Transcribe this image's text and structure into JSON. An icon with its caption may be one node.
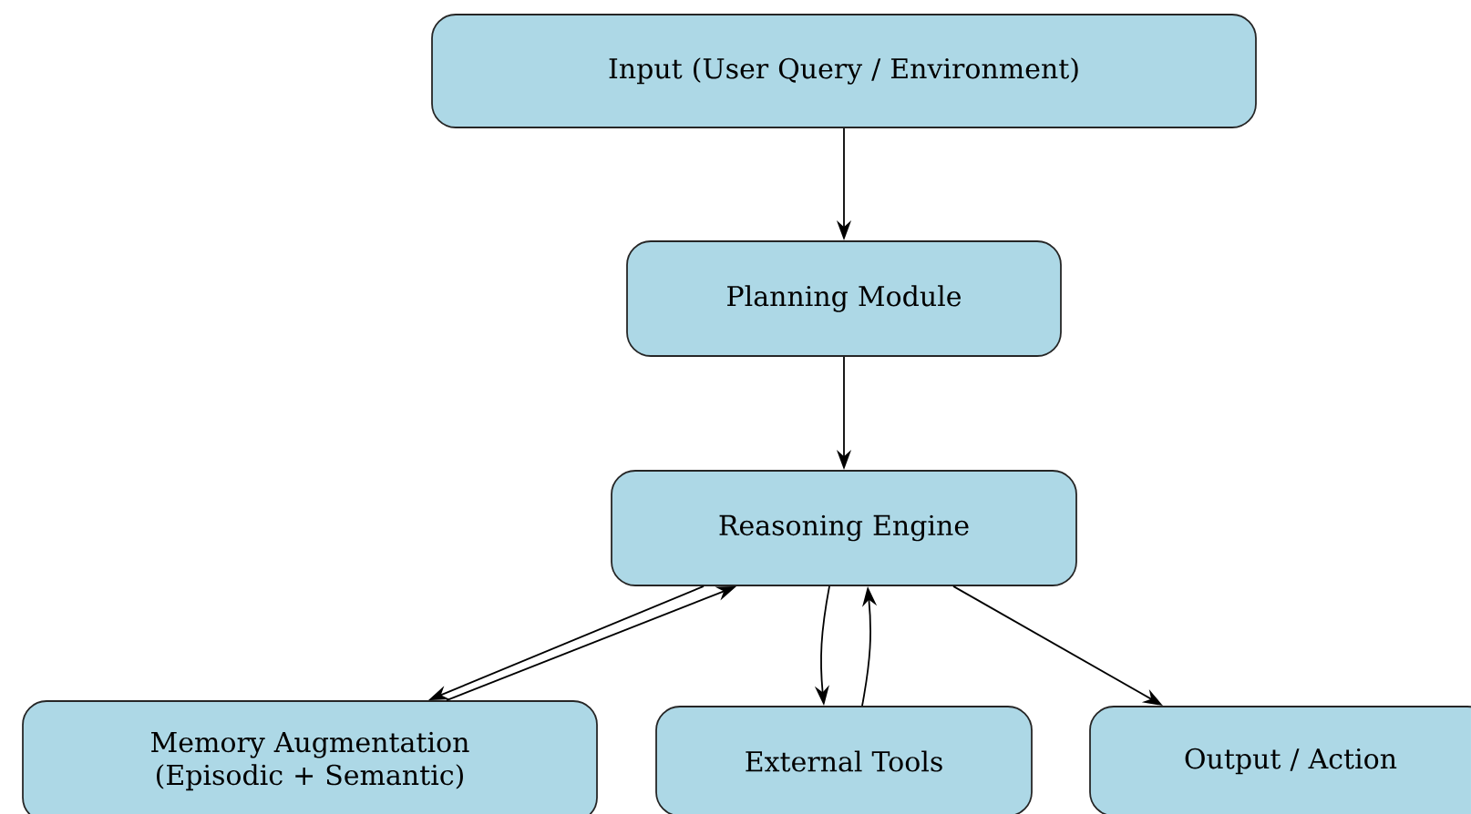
{
  "diagram": {
    "nodes": [
      {
        "text": [
          "Input (User Query / Environment)"
        ]
      },
      {
        "text": [
          "Planning Module"
        ]
      },
      {
        "text": [
          "Reasoning Engine"
        ]
      },
      {
        "text": [
          "Memory Augmentation (Episodic + Semantic)"
        ]
      },
      {
        "text": [
          "External Tools"
        ]
      },
      {
        "text": [
          "Output / Action"
        ]
      }
    ],
    "edges": [
      {
        "from": 0,
        "to": 1,
        "arrow": "to"
      },
      {
        "from": 1,
        "to": 2,
        "arrow": "to"
      },
      {
        "from": 2,
        "to": 3,
        "arrow": "to"
      },
      {
        "from": 3,
        "to": 2,
        "arrow": "to"
      },
      {
        "from": 2,
        "to": 4,
        "arrow": "to"
      },
      {
        "from": 4,
        "to": 2,
        "arrow": "to"
      },
      {
        "from": 2,
        "to": 5,
        "arrow": "to"
      }
    ]
  }
}
